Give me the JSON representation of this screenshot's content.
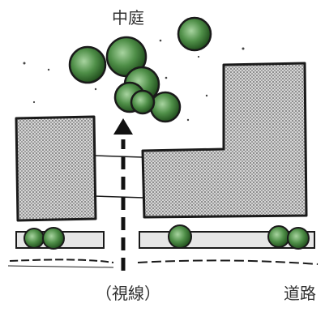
{
  "labels": {
    "courtyard": "中庭",
    "sight_line": "（視線）",
    "road": "道路"
  },
  "colors": {
    "ink": "#1a1a1a",
    "building_fill": "#c9c9c9",
    "tree_fill": "#3f7f3a",
    "tree_light": "#8fc08a",
    "label_text": "#333333"
  },
  "icons": {
    "tree": "tree-icon",
    "arrow": "arrow-up-icon"
  }
}
